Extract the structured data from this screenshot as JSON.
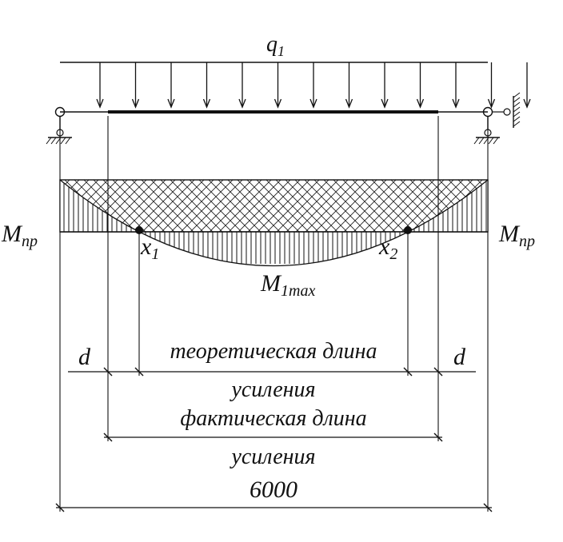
{
  "load": {
    "symbol": "q",
    "subscript": "1"
  },
  "moments": {
    "left_symbol": "M",
    "left_subscript": "пр",
    "right_symbol": "M",
    "right_subscript": "пр",
    "max_symbol": "M",
    "max_subscript": "1max"
  },
  "points": {
    "x1_symbol": "x",
    "x1_subscript": "1",
    "x2_symbol": "x",
    "x2_subscript": "2"
  },
  "dimensions": {
    "d_left": "d",
    "d_right": "d",
    "theoretical_line1": "теоретическая длина",
    "theoretical_line2": "усиления",
    "actual_line1": "фактическая длина",
    "actual_line2": "усиления",
    "span": "6000"
  },
  "colors": {
    "ink": "#111111",
    "background": "#ffffff"
  }
}
